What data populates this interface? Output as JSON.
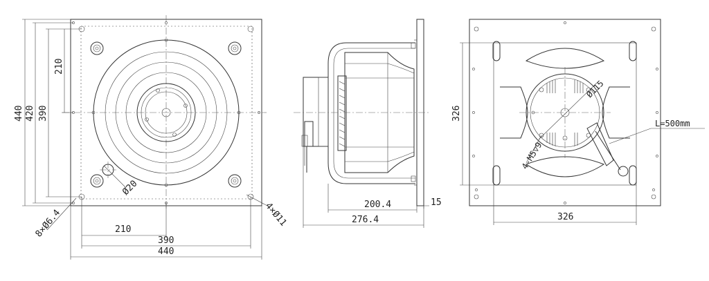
{
  "front_view": {
    "dim_height_outer": "440",
    "dim_height_mid": "420",
    "dim_height_inner": "390",
    "dim_height_half": "210",
    "dim_width_half": "210",
    "dim_width_mid": "390",
    "dim_width_outer": "440",
    "dim_bolt_holes": "8×Ø6.4",
    "dim_corner_holes": "4×Ø11",
    "dim_small_hole": "Ø20"
  },
  "side_view": {
    "dim_depth_inner": "200.4",
    "dim_plate_thickness": "15",
    "dim_depth_total": "276.4"
  },
  "rear_view": {
    "dim_height": "326",
    "dim_width": "326",
    "dim_diameter": "Ø115",
    "dim_screws": "4-M5▽9",
    "cable_length": "L=500mm"
  }
}
